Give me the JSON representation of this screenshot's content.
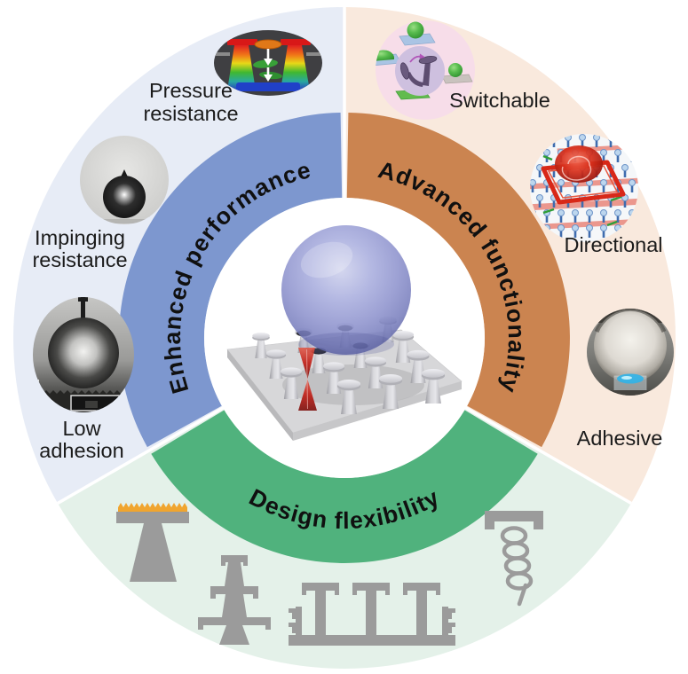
{
  "arc_segments": [
    {
      "id": "enhanced",
      "label": "Enhanced performance",
      "arc_color": "#7d97cf",
      "sector_color": "#e7ecf6"
    },
    {
      "id": "advanced",
      "label": "Advanced functionality",
      "arc_color": "#cb8450",
      "sector_color": "#f9e9dd"
    },
    {
      "id": "design",
      "label": "Design flexibility",
      "arc_color": "#50b27d",
      "sector_color": "#e4f1e9"
    }
  ],
  "items": {
    "pressure": {
      "line1": "Pressure",
      "line2": "resistance",
      "icon": "pressure-simulation-icon"
    },
    "impinging": {
      "line1": "Impinging",
      "line2": "resistance",
      "icon": "impinging-droplet-photo-icon"
    },
    "low_adhesion": {
      "line1": "Low",
      "line2": "adhesion",
      "icon": "hanging-droplet-photo-icon"
    },
    "switchable": {
      "label": "Switchable",
      "icon": "switchable-states-icon"
    },
    "directional": {
      "label": "Directional",
      "icon": "directional-transport-icon"
    },
    "adhesive": {
      "label": "Adhesive",
      "icon": "adhesive-contact-photo-icon"
    }
  },
  "center": {
    "icon": "sphere-on-mushroom-micropillar-array-icon"
  },
  "design_examples": {
    "icons": [
      "serrated-cap-pillar-icon",
      "multi-tier-pillar-icon",
      "rail-multi-cap-pillar-icon",
      "spring-stem-pillar-icon"
    ]
  },
  "palette": {
    "icon_gray": "#9b9b9b",
    "serration_orange": "#f0a52f",
    "label_color": "#1b1b1b",
    "inner_circle": "#ffffff",
    "sphere_blue": "#8b90cc",
    "laser_red": "#c01810"
  }
}
